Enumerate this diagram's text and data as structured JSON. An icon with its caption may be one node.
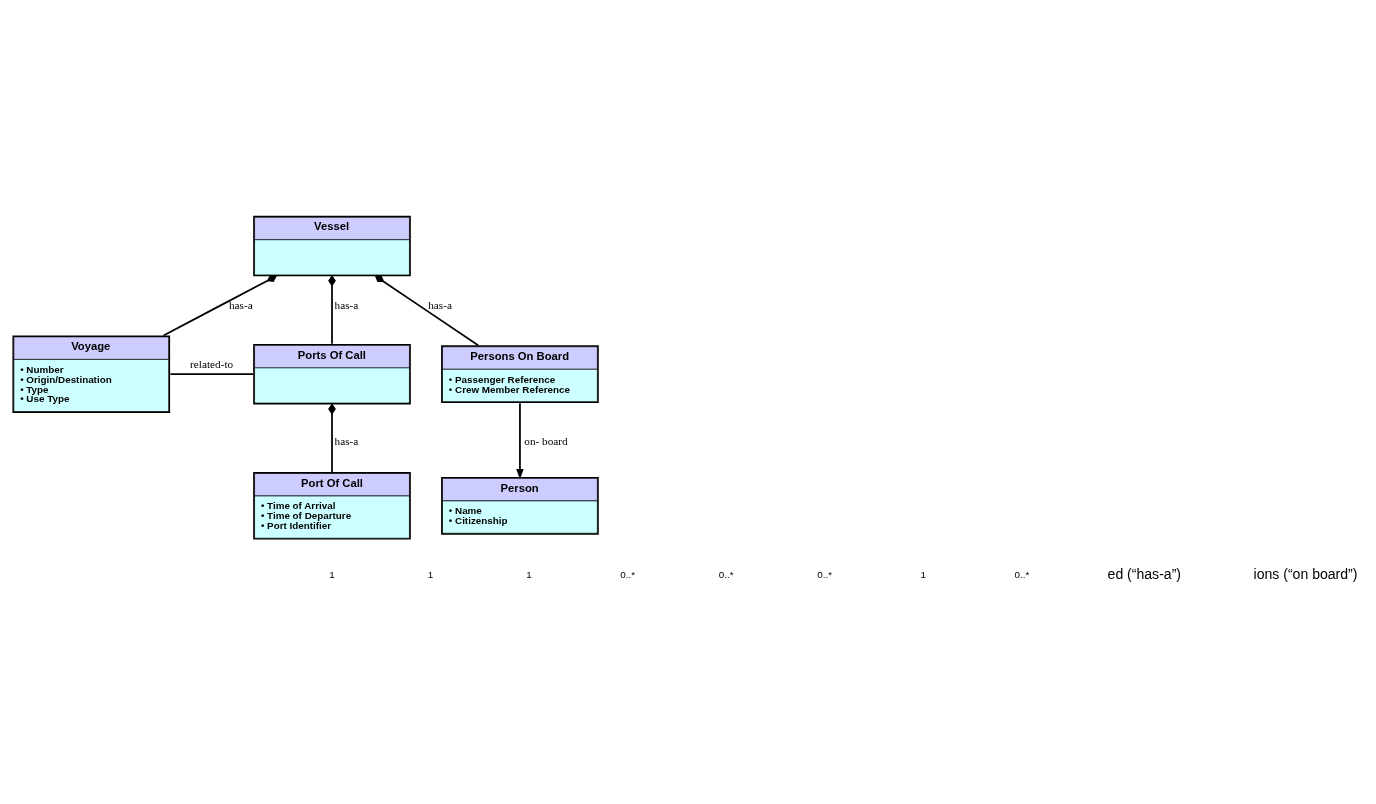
{
  "diagram": {
    "nodes": [
      {
        "text": [
          "Vessel"
        ]
      },
      {
        "text": [
          "Voyage",
          "• Number",
          "• Origin/Destination",
          "• Type",
          "• Use Type"
        ]
      },
      {
        "text": [
          "Ports Of Call"
        ]
      },
      {
        "text": [
          "Persons On Board",
          "• Passenger Reference",
          "• Crew Member Reference"
        ]
      },
      {
        "text": [
          "Port Of Call",
          "• Time of Arrival",
          "• Time of Departure",
          "• Port Identifier"
        ]
      },
      {
        "text": [
          "Person",
          "• Name",
          "• Citizenship"
        ]
      }
    ],
    "edges": [
      {
        "from": 0,
        "to": 1,
        "arrow": "other",
        "label": "has-a"
      },
      {
        "from": 0,
        "to": 2,
        "arrow": "other",
        "label": "has-a"
      },
      {
        "from": 0,
        "to": 3,
        "arrow": "other",
        "label": "has-a"
      },
      {
        "from": 1,
        "to": 2,
        "arrow": "none",
        "label": "related-to"
      },
      {
        "from": 2,
        "to": 4,
        "arrow": "other",
        "label": "has-a"
      },
      {
        "from": 3,
        "to": 5,
        "arrow": "to",
        "label": "on- board"
      }
    ],
    "labels": [
      "1",
      "1",
      "1",
      "0..*",
      "0..*",
      "0..*",
      "1",
      "0..*",
      "ed (“has-a”)",
      "ions (“on board”)"
    ]
  }
}
